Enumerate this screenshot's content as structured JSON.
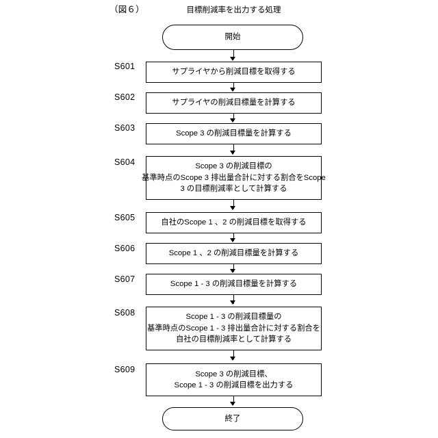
{
  "figure": {
    "label": "（図６）",
    "title": "目標削減率を出力する処理"
  },
  "nodes": {
    "start": {
      "text": "開始"
    },
    "end": {
      "text": "終了"
    }
  },
  "steps": [
    {
      "id": "S601",
      "lines": [
        "サプライヤから削減目標を取得する"
      ]
    },
    {
      "id": "S602",
      "lines": [
        "サプライヤの削減目標量を計算する"
      ]
    },
    {
      "id": "S603",
      "lines": [
        "Scope 3 の削減目標量を計算する"
      ]
    },
    {
      "id": "S604",
      "lines": [
        "Scope 3 の削減目標の",
        "基準時点のScope 3 排出量合計に対する割合をScope",
        "3 の目標削減率として計算する"
      ]
    },
    {
      "id": "S605",
      "lines": [
        "自社のScope 1 、2 の削減目標を取得する"
      ]
    },
    {
      "id": "S606",
      "lines": [
        "Scope 1 、2 の削減目標量を計算する"
      ]
    },
    {
      "id": "S607",
      "lines": [
        "Scope 1 - 3 の削減目標量を計算する"
      ]
    },
    {
      "id": "S608",
      "lines": [
        "Scope 1 - 3 の削減目標量の",
        "基準時点のScope 1 - 3 排出量合計に対する割合を",
        "自社の目標削減率として計算する"
      ]
    },
    {
      "id": "S609",
      "lines": [
        "Scope 3 の削減目標、",
        "Scope 1 - 3 の削減目標を出力する"
      ]
    }
  ],
  "colors": {
    "stroke": "#000000",
    "background": "#ffffff",
    "text": "#000000"
  }
}
